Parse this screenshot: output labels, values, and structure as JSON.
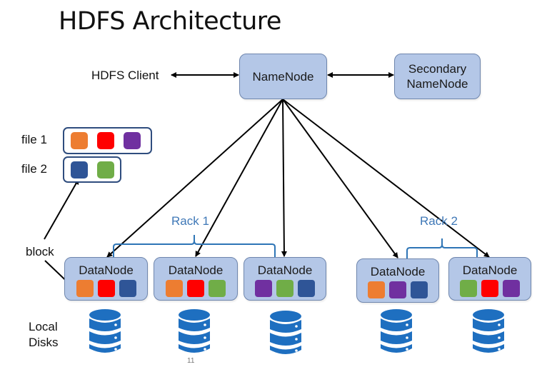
{
  "title": "HDFS Architecture",
  "client_label": "HDFS Client",
  "namenode": {
    "label": "NameNode"
  },
  "secondary_namenode": {
    "label_line1": "Secondary",
    "label_line2": "NameNode"
  },
  "colors": {
    "orange": "#ed7d31",
    "red": "#ff0000",
    "purple": "#7030a0",
    "blue": "#2f5597",
    "green": "#70ad47",
    "node_fill": "#b4c7e7",
    "rack": "#3f78b7",
    "disk": "#1e6fc0"
  },
  "files": [
    {
      "label": "file 1",
      "blocks": [
        "orange",
        "red",
        "purple"
      ]
    },
    {
      "label": "file 2",
      "blocks": [
        "blue",
        "green"
      ]
    }
  ],
  "block_label": "block",
  "local_disks_label_line1": "Local",
  "local_disks_label_line2": "Disks",
  "racks": [
    {
      "label": "Rack 1"
    },
    {
      "label": "Rack 2"
    }
  ],
  "datanodes": [
    {
      "label": "DataNode",
      "rack": "Rack 1",
      "blocks": [
        "orange",
        "red",
        "blue"
      ]
    },
    {
      "label": "DataNode",
      "rack": "Rack 1",
      "blocks": [
        "orange",
        "red",
        "green"
      ]
    },
    {
      "label": "DataNode",
      "rack": "Rack 1",
      "blocks": [
        "purple",
        "green",
        "blue"
      ]
    },
    {
      "label": "DataNode",
      "rack": "Rack 2",
      "blocks": [
        "orange",
        "purple",
        "blue"
      ]
    },
    {
      "label": "DataNode",
      "rack": "Rack 2",
      "blocks": [
        "green",
        "red",
        "purple"
      ]
    }
  ],
  "disk_icon": "database-icon",
  "page_number": "11"
}
